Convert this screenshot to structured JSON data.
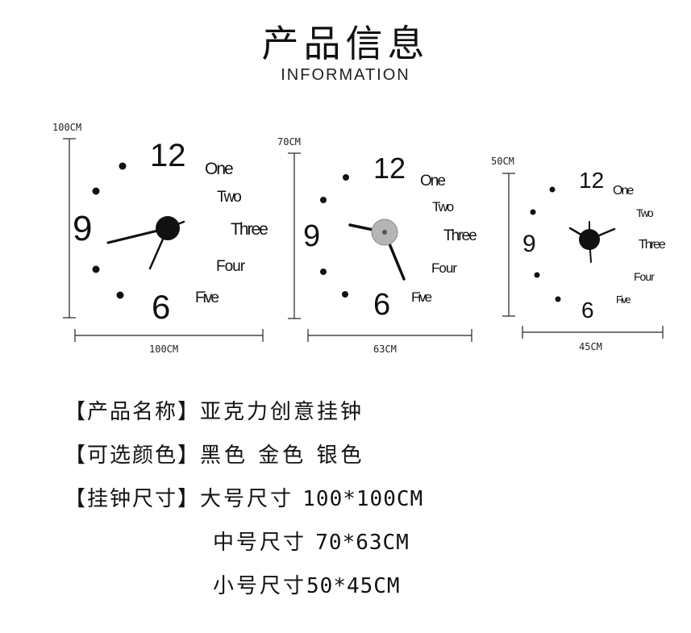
{
  "header": {
    "title_cn": "产品信息",
    "title_en": "INFORMATION"
  },
  "clocks": [
    {
      "height_label": "100CM",
      "width_label": "100CM",
      "digits": {
        "twelve": "12",
        "nine": "9",
        "six": "6"
      },
      "words": [
        "One",
        "Two",
        "Three",
        "Four",
        "Five"
      ],
      "hub_color": "#111111"
    },
    {
      "height_label": "70CM",
      "width_label": "63CM",
      "digits": {
        "twelve": "12",
        "nine": "9",
        "six": "6"
      },
      "words": [
        "One",
        "Two",
        "Three",
        "Four",
        "Five"
      ],
      "hub_color": "#b5b5b5"
    },
    {
      "height_label": "50CM",
      "width_label": "45CM",
      "digits": {
        "twelve": "12",
        "nine": "9",
        "six": "6"
      },
      "words": [
        "One",
        "Two",
        "Three",
        "Four",
        "Five"
      ],
      "hub_color": "#111111"
    }
  ],
  "specs": {
    "name": {
      "label": "【产品名称】",
      "value": "亚克力创意挂钟"
    },
    "colors": {
      "label": "【可选颜色】",
      "value": "黑色 金色 银色"
    },
    "size": {
      "label": "【挂钟尺寸】",
      "large_prefix": "大号尺寸 ",
      "large_value": "100*100CM",
      "medium_prefix": "中号尺寸 ",
      "medium_value": "70*63CM",
      "small_prefix": "小号尺寸",
      "small_value": "50*45CM"
    }
  }
}
